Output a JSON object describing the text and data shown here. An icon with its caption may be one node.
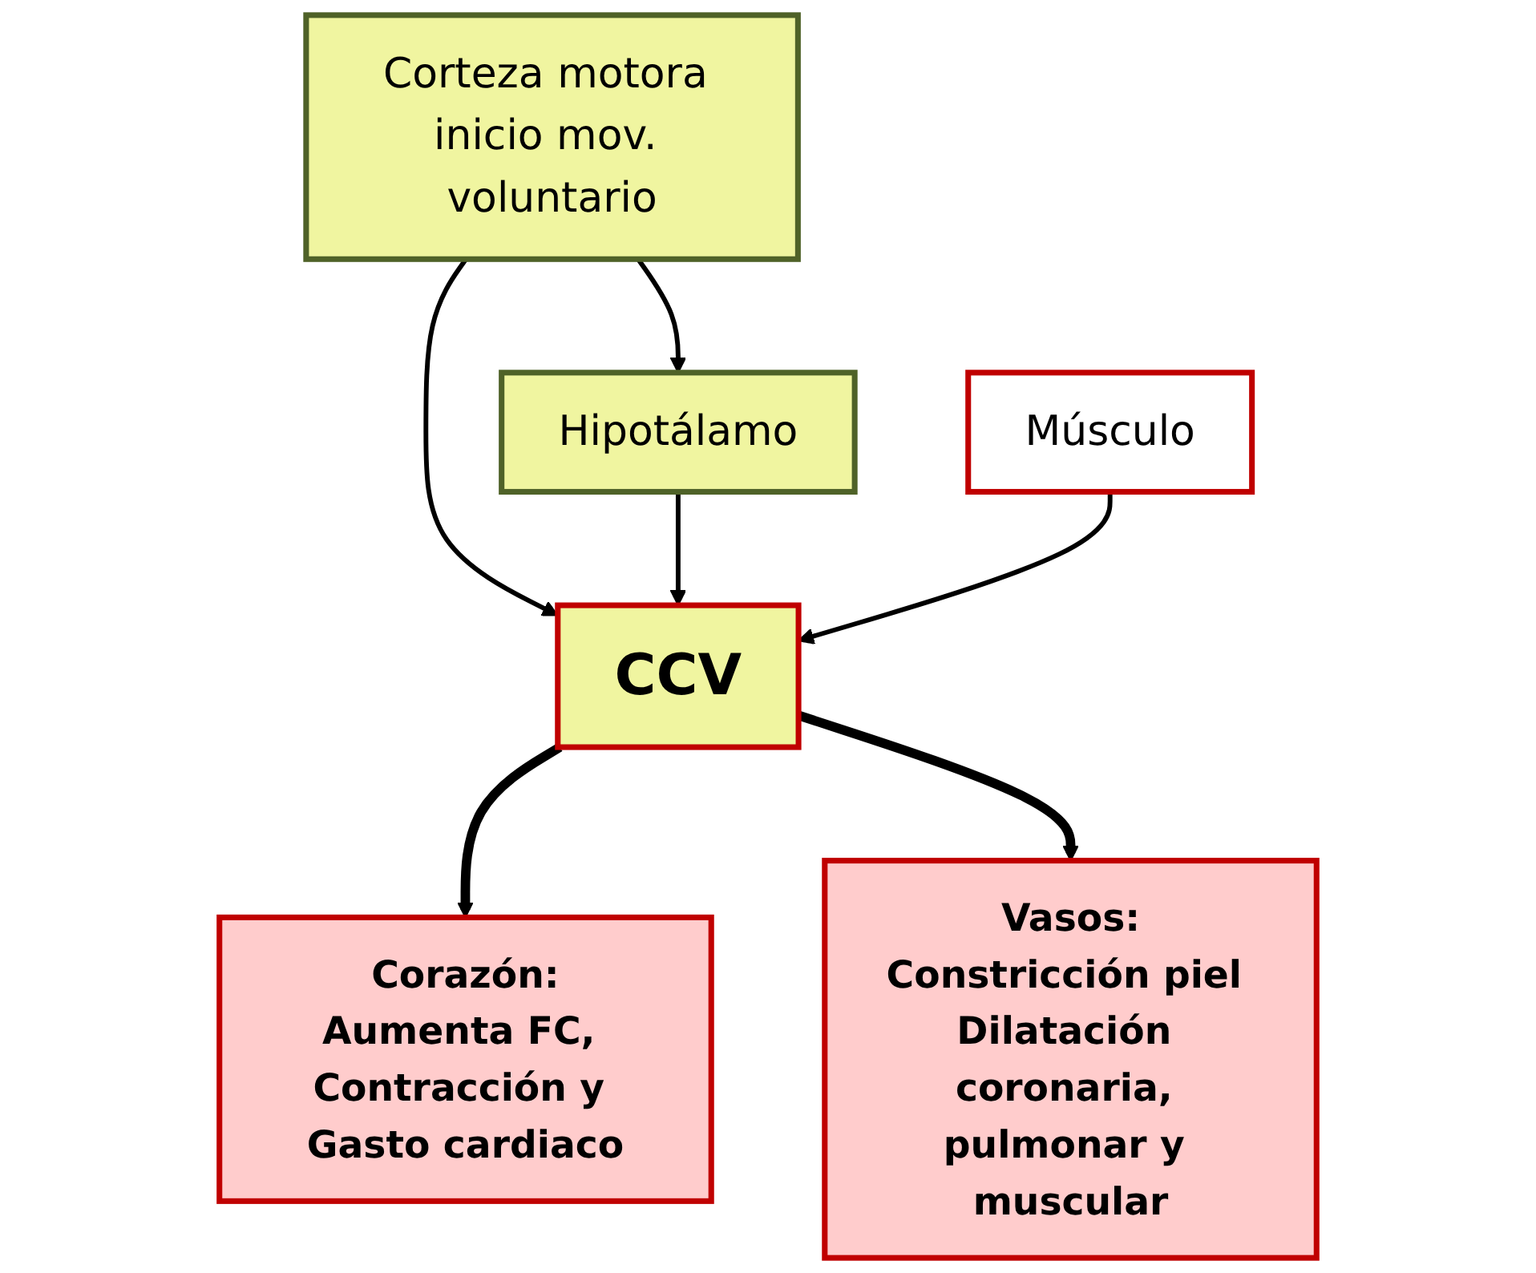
{
  "diagram": {
    "nodes": [
      {
        "text": [
          "Corteza motora inicio mov. voluntario"
        ]
      },
      {
        "text": [
          "Hipotálamo"
        ]
      },
      {
        "text": [
          "Músculo"
        ]
      },
      {
        "text": [
          "CCV"
        ]
      },
      {
        "text": [
          "Corazón:",
          "Aumenta FC, Contracción y Gasto cardiaco"
        ]
      },
      {
        "text": [
          "Vasos:",
          "Constricción piel Dilatación coronaria, pulmonar y muscular"
        ]
      }
    ],
    "edges": [
      {
        "from": 0,
        "to": 1,
        "arrow": "to"
      },
      {
        "from": 0,
        "to": 3,
        "arrow": "to"
      },
      {
        "from": 1,
        "to": 3,
        "arrow": "to"
      },
      {
        "from": 2,
        "to": 3,
        "arrow": "to"
      },
      {
        "from": 3,
        "to": 4,
        "arrow": "to",
        "style": "thick"
      },
      {
        "from": 3,
        "to": 5,
        "arrow": "to",
        "style": "thick"
      }
    ]
  }
}
